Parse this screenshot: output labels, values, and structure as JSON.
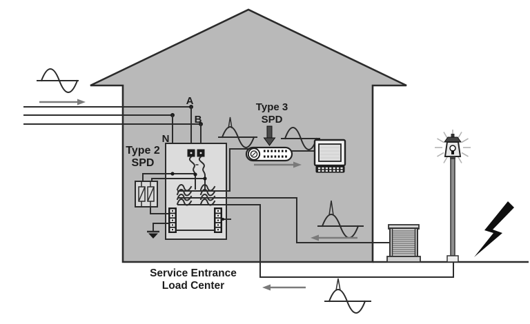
{
  "diagram": {
    "title": "Whole-house surge protection diagram",
    "labels": {
      "phase_a": "A",
      "phase_b": "B",
      "neutral": "N",
      "type2_line1": "Type 2",
      "type2_line2": "SPD",
      "type3_line1": "Type 3",
      "type3_line2": "SPD",
      "caption_line1": "Service Entrance",
      "caption_line2": "Load Center"
    },
    "colors": {
      "background": "#ffffff",
      "house_fill": "#b9b9b9",
      "panel_fill": "#dcdcdc",
      "device_fill": "#d9d9d9",
      "outline": "#2b2b2b",
      "arrow_gray": "#7a7a7a",
      "lightning_black": "#0f0f0f",
      "bus_fill": "#1c1c1c"
    },
    "icons": {
      "sine_wave": "clean-sine-waveform",
      "spiked_sine": "surge-spike-on-sine-waveform",
      "down_arrow": "thick-down-arrow",
      "power_strip": "plug-in-surge-strip",
      "computer": "monitor-with-keyboard",
      "ac_unit": "outdoor-condenser-unit",
      "lamp_post": "outdoor-lamp-post-glowing",
      "lightning": "lightning-bolt",
      "ground": "earth-ground-symbol",
      "varistor": "mov-surge-element"
    }
  }
}
